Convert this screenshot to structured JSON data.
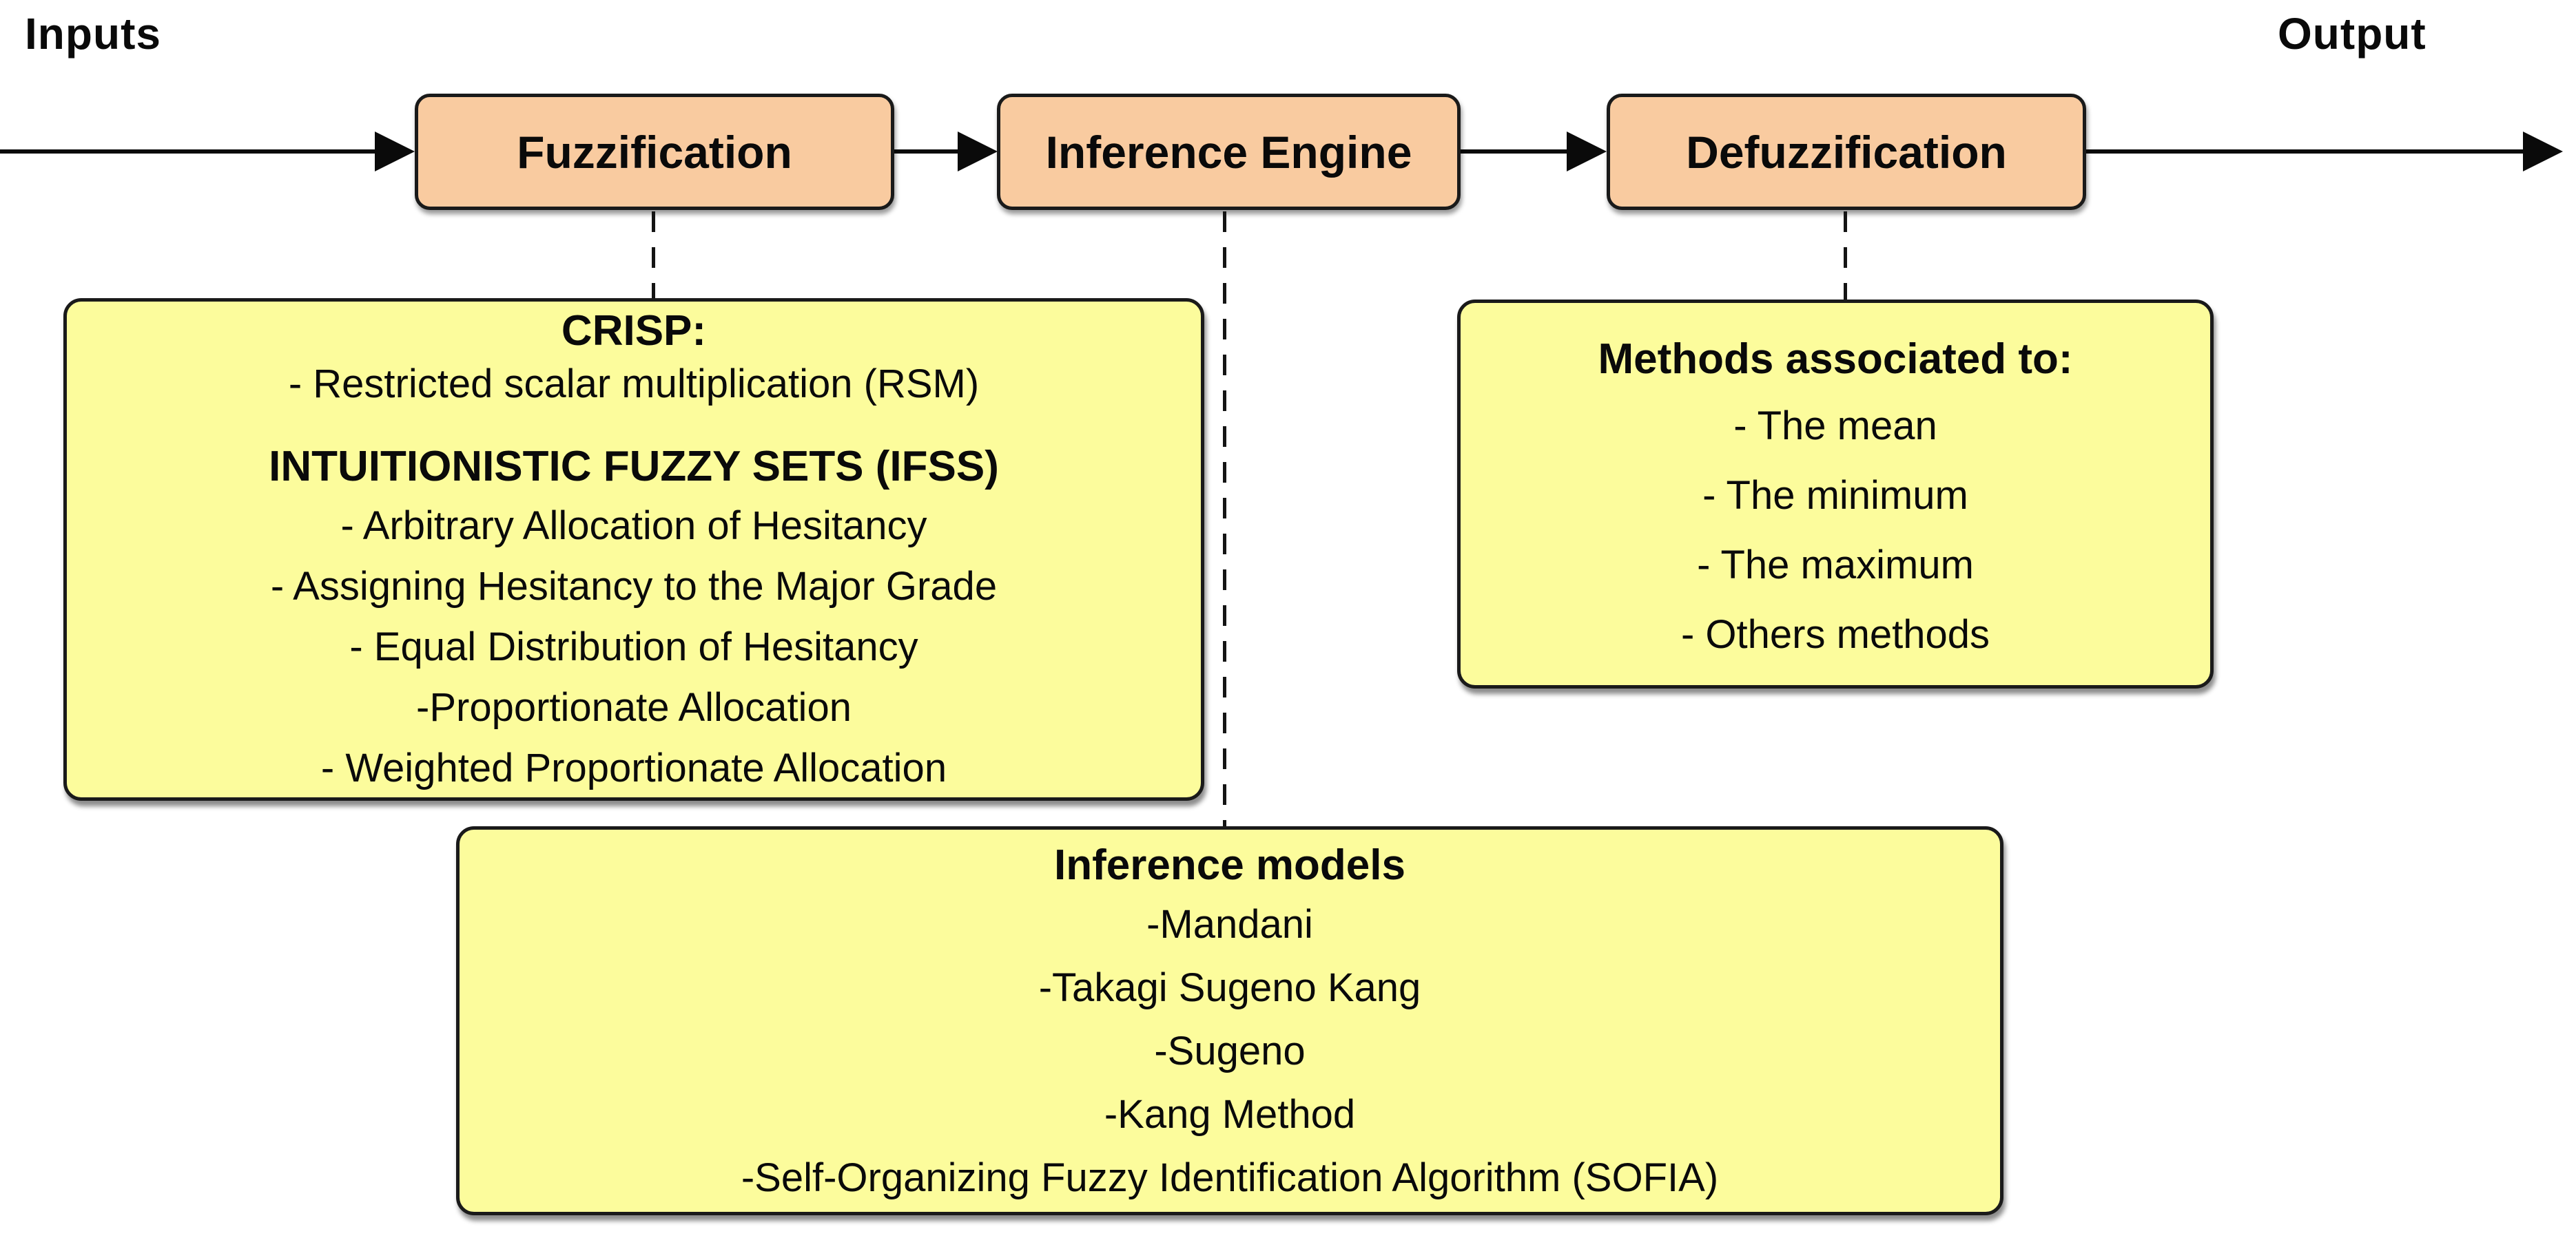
{
  "title_labels": {
    "inputs": "Inputs",
    "output": "Output"
  },
  "stages": {
    "fuzzification": "Fuzzification",
    "inference_engine": "Inference Engine",
    "defuzzification": "Defuzzification"
  },
  "fuzzification_note": {
    "crisp_header": "CRISP:",
    "crisp_items": [
      "- Restricted scalar multiplication (RSM)"
    ],
    "ifss_header": "INTUITIONISTIC FUZZY SETS (IFSS)",
    "ifss_items": [
      "- Arbitrary Allocation of Hesitancy",
      "- Assigning Hesitancy to the Major Grade",
      "- Equal Distribution of Hesitancy",
      "-Proportionate Allocation",
      "- Weighted Proportionate Allocation"
    ]
  },
  "defuzzification_note": {
    "header": "Methods associated to:",
    "items": [
      "- The mean",
      "- The minimum",
      "- The maximum",
      "- Others methods"
    ]
  },
  "inference_note": {
    "header": "Inference models",
    "items": [
      "-Mandani",
      "-Takagi Sugeno Kang",
      "-Sugeno",
      "-Kang Method",
      "-Self-Organizing Fuzzy Identification Algorithm (SOFIA)"
    ]
  },
  "colors": {
    "stage_fill": "#F9CBA0",
    "note_fill": "#FCFC9C",
    "line": "#0A0A0A"
  }
}
